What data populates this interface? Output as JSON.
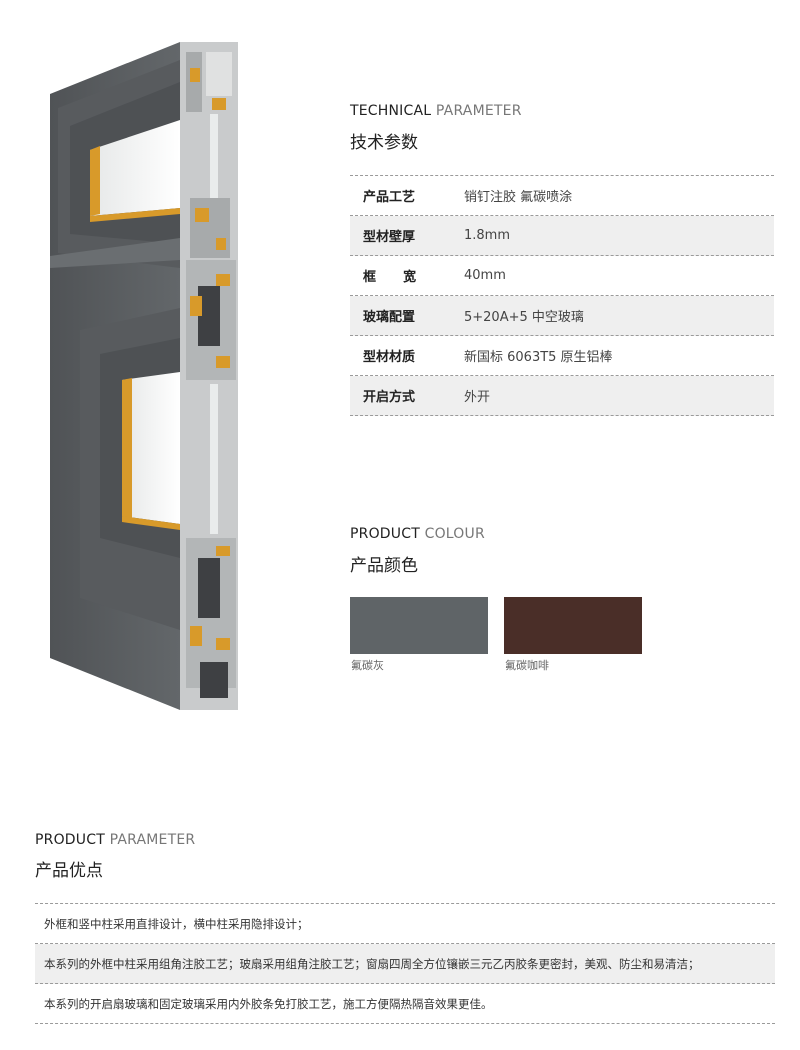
{
  "technical": {
    "title_en_bold": "TECHNICAL",
    "title_en_light": " PARAMETER",
    "title_cn": "技术参数",
    "rows": [
      {
        "label": "产品工艺",
        "value": "销钉注胶  氟碳喷涂"
      },
      {
        "label": "型材壁厚",
        "value": "1.8mm"
      },
      {
        "label": "框      宽",
        "value": "40mm"
      },
      {
        "label": "玻璃配置",
        "value": "5+20A+5 中空玻璃"
      },
      {
        "label": "型材材质",
        "value": "新国标 6063T5 原生铝棒"
      },
      {
        "label": "开启方式",
        "value": "外开"
      }
    ]
  },
  "colour": {
    "title_en_bold": "PRODUCT",
    "title_en_light": " COLOUR",
    "title_cn": "产品颜色",
    "swatches": [
      {
        "name": "氟碳灰",
        "color": "#5f6467"
      },
      {
        "name": "氟碳咖啡",
        "color": "#4a2e28"
      }
    ]
  },
  "product": {
    "title_en_bold": "PRODUCT",
    "title_en_light": " PARAMETER",
    "title_cn": "产品优点",
    "items": [
      "外框和竖中柱采用直排设计，横中柱采用隐排设计；",
      "本系列的外框中柱采用组角注胶工艺；玻扇采用组角注胶工艺；窗扇四周全方位镶嵌三元乙丙胶条更密封，美观、防尘和易清洁；",
      "本系列的开启扇玻璃和固定玻璃采用内外胶条免打胶工艺，施工方便隔热隔音效果更佳。"
    ]
  },
  "illustration": {
    "frame_color": "#5b5e61",
    "accent_color": "#d89a2a"
  }
}
